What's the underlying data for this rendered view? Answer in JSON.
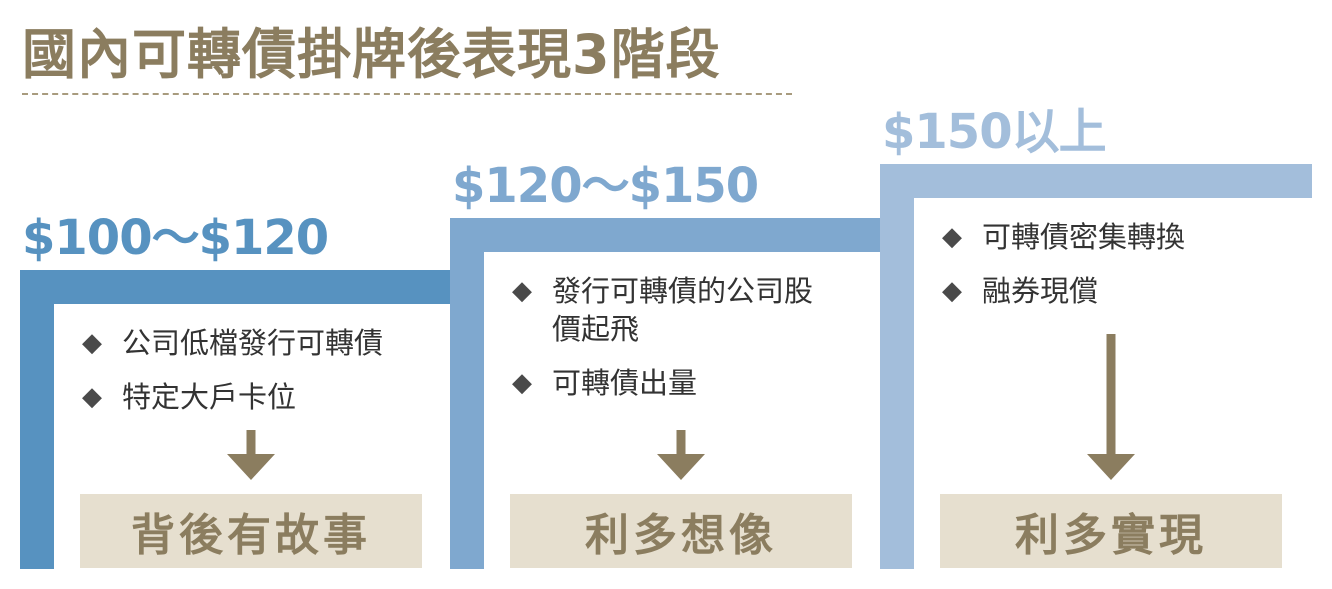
{
  "title": "國內可轉債掛牌後表現3階段",
  "colors": {
    "stage1": "#5792c0",
    "stage2": "#7fa8cf",
    "stage3": "#a3bedb",
    "accent": "#8b7d5f",
    "result_bg": "#e6dfcf"
  },
  "stages": [
    {
      "price": "$100～$120",
      "bullets": [
        "公司低檔發行可轉債",
        "特定大戶卡位"
      ],
      "result": "背後有故事"
    },
    {
      "price": "$120～$150",
      "bullets": [
        "發行可轉債的公司股\n價起飛",
        "可轉債出量"
      ],
      "result": "利多想像"
    },
    {
      "price": "$150以上",
      "bullets": [
        "可轉債密集轉換",
        "融券現償"
      ],
      "result": "利多實現"
    }
  ]
}
